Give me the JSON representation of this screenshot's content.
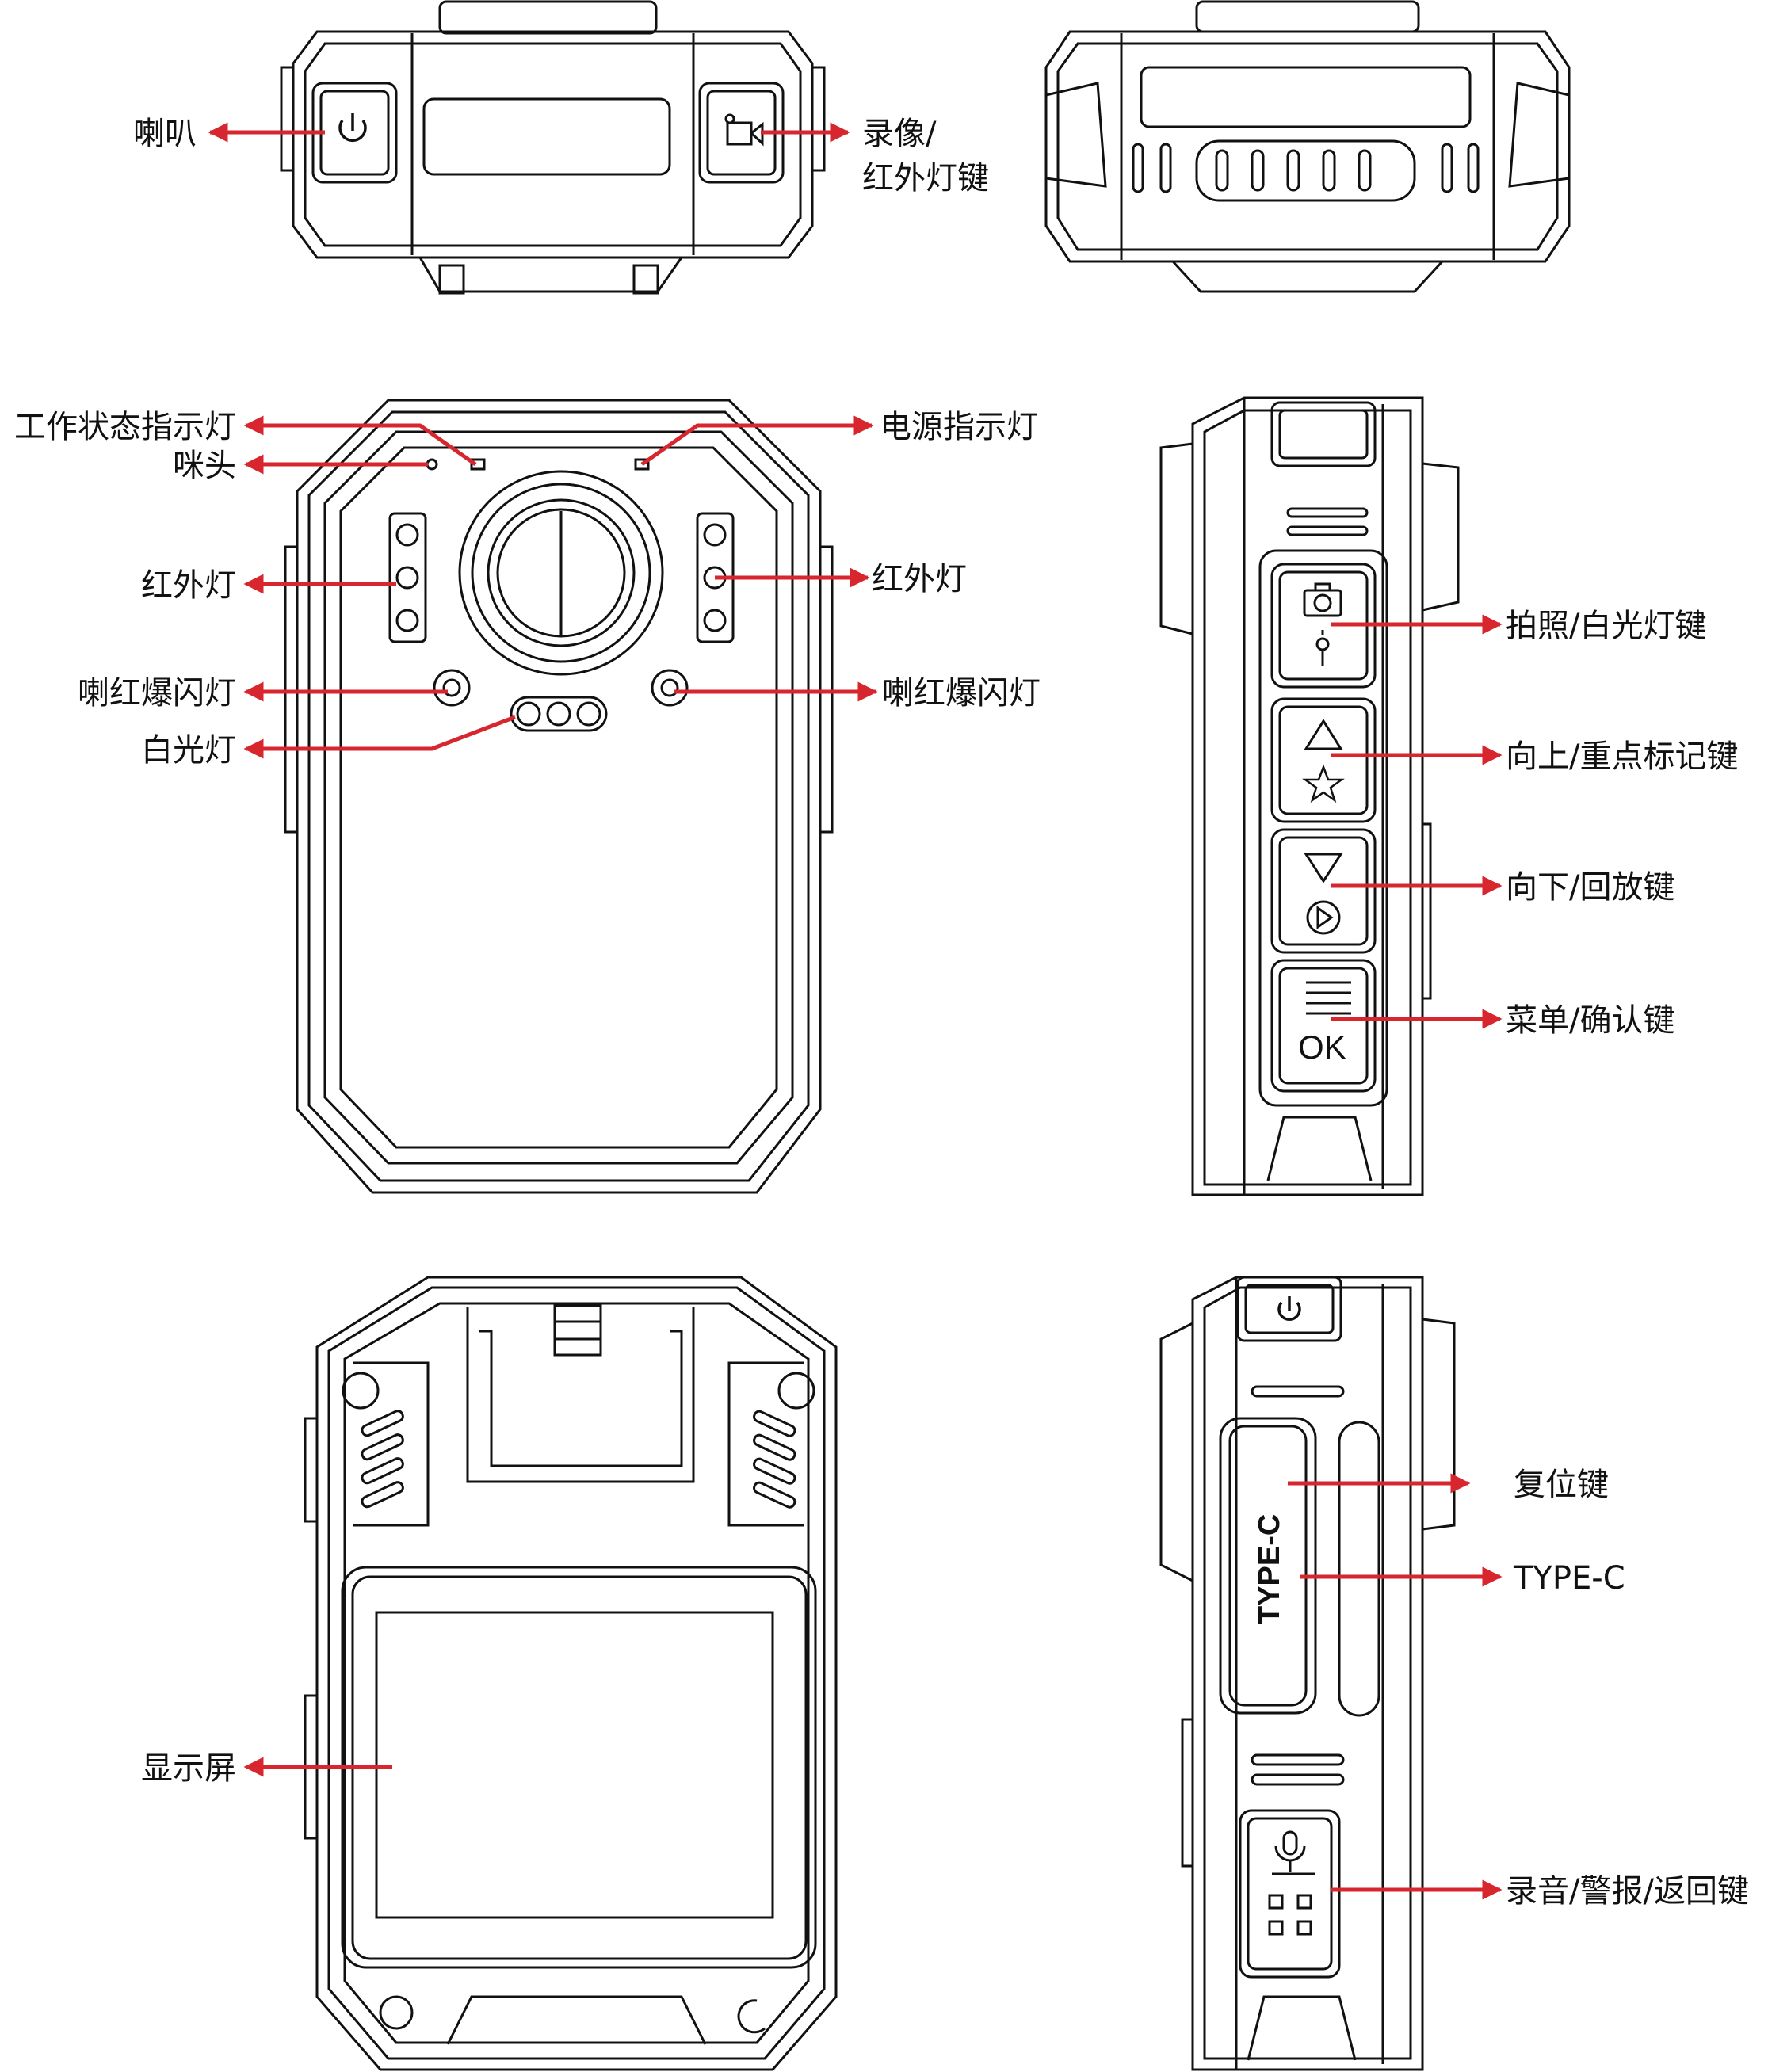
{
  "colors": {
    "line": "#111111",
    "arrow": "#d7262d",
    "background": "#ffffff"
  },
  "labels": {
    "speaker": "喇叭",
    "record_ir_key_line1": "录像/",
    "record_ir_key_line2": "红外灯键",
    "work_status_led": "工作状态指示灯",
    "microphone": "咪头",
    "power_led": "电源指示灯",
    "ir_light_left": "红外灯",
    "ir_light_right": "红外灯",
    "flash_left": "喇红爆闪灯",
    "flash_right": "喇红爆闪灯",
    "white_light": "白光灯",
    "photo_white_light_key": "拍照/白光灯键",
    "up_mark_key": "向上/重点标记键",
    "down_playback_key": "向下/回放键",
    "menu_ok_key": "菜单/确认键",
    "reset_key": "复位键",
    "type_c": "TYPE-C",
    "display": "显示屏",
    "audio_alarm_back_key": "录音/警报/返回键"
  },
  "device_text": {
    "port_cover": "TYPE-C",
    "ok_button": "OK"
  },
  "icons": [
    "power-icon",
    "video-camera-icon",
    "photo-camera-icon",
    "flashlight-icon",
    "triangle-up-icon",
    "star-icon",
    "triangle-down-icon",
    "play-icon",
    "menu-icon",
    "microphone-icon",
    "grid-icon"
  ]
}
